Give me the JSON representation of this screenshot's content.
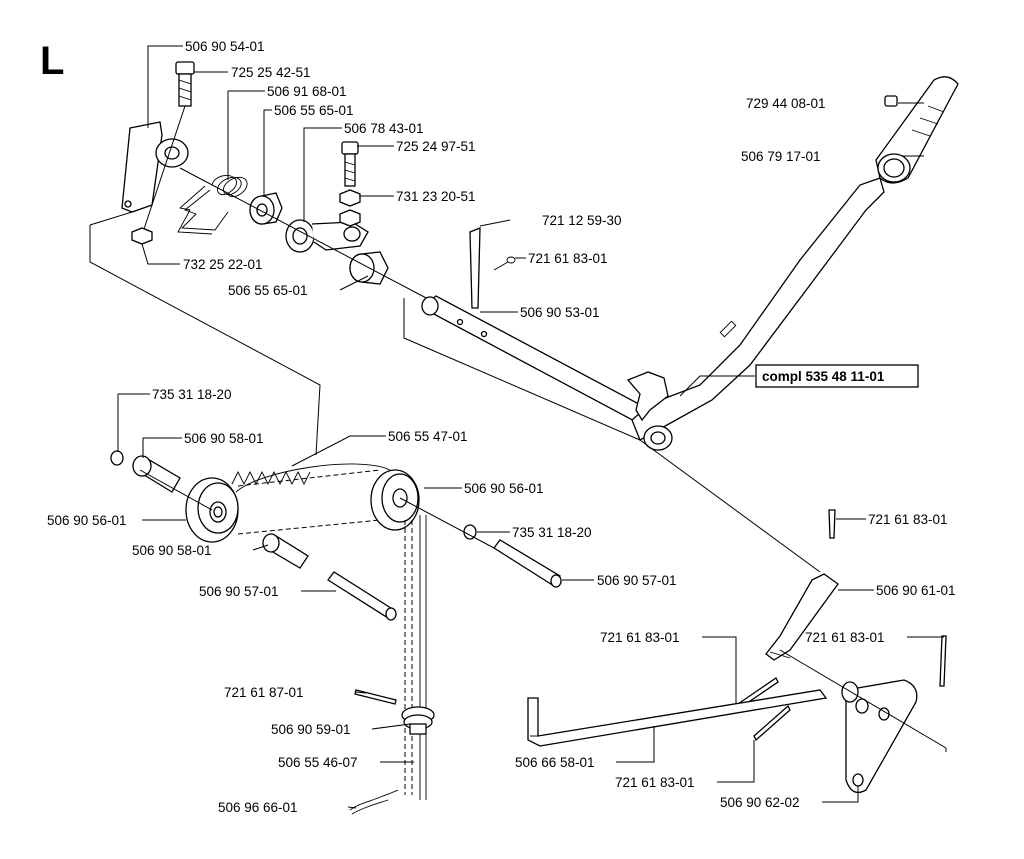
{
  "section_letter": "L",
  "assembly_label": "compl 535 48 11-01",
  "part_numbers": {
    "p1": "506 90 54-01",
    "p2": "725 25 42-51",
    "p3": "506 91 68-01",
    "p4": "506 55 65-01",
    "p5": "506 78 43-01",
    "p6": "725 24 97-51",
    "p7": "731 23 20-51",
    "p8": "732 25 22-01",
    "p9": "506 55 65-01",
    "p10": "721 12 59-30",
    "p11": "721 61 83-01",
    "p12": "506 90 53-01",
    "p13": "729 44 08-01",
    "p14": "506 79 17-01",
    "p15": "735 31 18-20",
    "p16": "506 90 58-01",
    "p17": "506 55 47-01",
    "p18": "506 90 56-01",
    "p19": "506 90 56-01",
    "p20": "735 31 18-20",
    "p21": "506 90 58-01",
    "p22": "506 90 57-01",
    "p23": "506 90 57-01",
    "p24": "721 61 83-01",
    "p25": "506 90 61-01",
    "p26": "721 61 83-01",
    "p27": "721 61 83-01",
    "p28": "721 61 87-01",
    "p29": "506 90 59-01",
    "p30": "506 55 46-07",
    "p31": "506 66 58-01",
    "p32": "721 61 83-01",
    "p33": "506 96 66-01",
    "p34": "506 90 62-02"
  }
}
